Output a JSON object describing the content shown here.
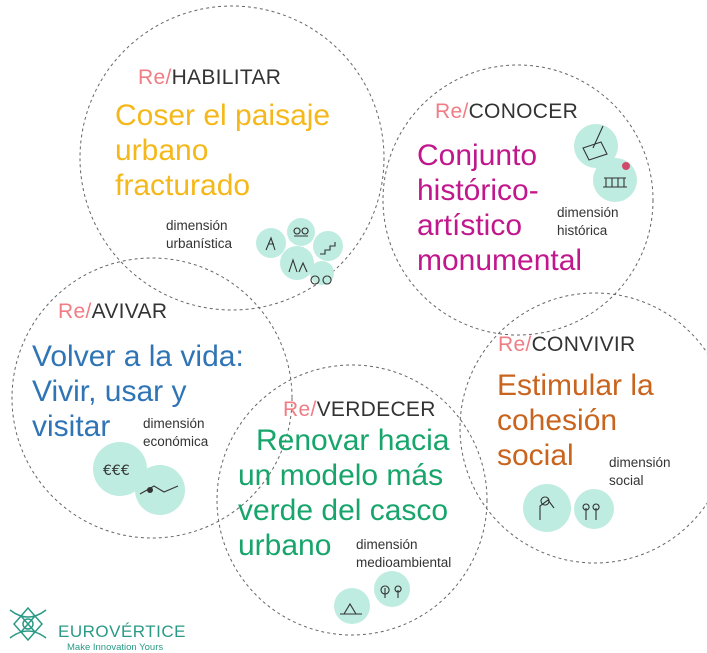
{
  "colors": {
    "prefix": "#f07c84",
    "habilitar": "#f5b81a",
    "conocer": "#c0178c",
    "avivar": "#2f75b5",
    "verdecer": "#18a56b",
    "convivir": "#c8641e",
    "icon_fill": "#bfece0",
    "logo": "#2a9a86"
  },
  "sections": [
    {
      "id": "habilitar",
      "prefix": "Re/",
      "title": "HABILITAR",
      "headline": [
        "Coser el paisaje",
        "urbano",
        "fracturado"
      ],
      "dimension": [
        "dimensión",
        "urbanística"
      ],
      "icons": [
        "pedestrian-icon",
        "people-group-icon",
        "family-walk-icon",
        "stairs-icon",
        "cyclist-icon"
      ]
    },
    {
      "id": "conocer",
      "prefix": "Re/",
      "title": "CONOCER",
      "headline": [
        "Conjunto",
        "histórico-",
        "artístico",
        "monumental"
      ],
      "dimension": [
        "dimensión",
        "histórica"
      ],
      "icons": [
        "map-pencil-icon",
        "monument-location-icon"
      ]
    },
    {
      "id": "avivar",
      "prefix": "Re/",
      "title": "AVIVAR",
      "headline": [
        "Volver a la vida:",
        "Vivir, usar y",
        "visitar"
      ],
      "dimension": [
        "dimensión",
        "económica"
      ],
      "icons": [
        "euro-coins-icon",
        "route-map-icon"
      ]
    },
    {
      "id": "verdecer",
      "prefix": "Re/",
      "title": "VERDECER",
      "headline": [
        "Renovar hacia",
        "un modelo más",
        "verde del casco",
        "urbano"
      ],
      "dimension": [
        "dimensión",
        "medioambiental"
      ],
      "icons": [
        "gardener-icon",
        "trees-person-icon"
      ]
    },
    {
      "id": "convivir",
      "prefix": "Re/",
      "title": "CONVIVIR",
      "headline": [
        "Estimular la",
        "cohesión",
        "social"
      ],
      "dimension": [
        "dimensión",
        "social"
      ],
      "icons": [
        "elderly-people-icon",
        "group-people-icon"
      ]
    }
  ],
  "logo": {
    "name": "EUROVÉRTICE",
    "tagline": "Make Innovation Yours"
  }
}
